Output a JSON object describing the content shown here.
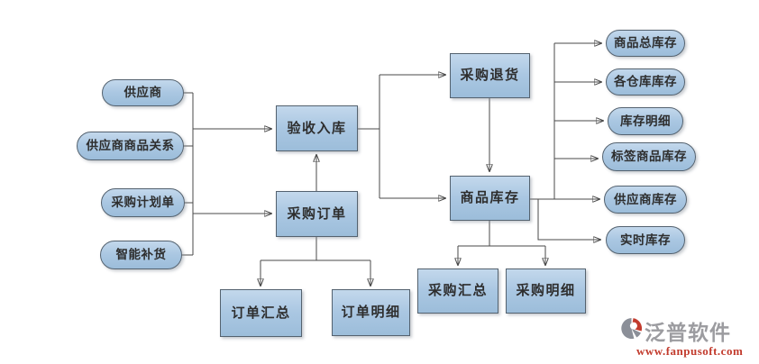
{
  "diagram": {
    "title": "purchase-inventory-flow",
    "sources": [
      {
        "label": "供应商"
      },
      {
        "label": "供应商商品关系"
      },
      {
        "label": "采购计划单"
      },
      {
        "label": "智能补货"
      }
    ],
    "processes": {
      "inbound": {
        "label": "验收入库"
      },
      "purchase_order": {
        "label": "采购订单"
      },
      "order_summary": {
        "label": "订单汇总"
      },
      "order_detail": {
        "label": "订单明细"
      },
      "purchase_return": {
        "label": "采购退货"
      },
      "goods_inventory": {
        "label": "商品库存"
      },
      "purchase_summary": {
        "label": "采购汇总"
      },
      "purchase_detail": {
        "label": "采购明细"
      }
    },
    "outputs": [
      {
        "label": "商品总库存"
      },
      {
        "label": "各仓库库存"
      },
      {
        "label": "库存明细"
      },
      {
        "label": "标签商品库存"
      },
      {
        "label": "供应商库存"
      },
      {
        "label": "实时库存"
      }
    ]
  },
  "watermark": {
    "brand": "泛普软件",
    "url": "www.fanpusoft.com"
  },
  "colors": {
    "node_fill_top": "#c3d8ec",
    "node_fill_bottom": "#9cbdda",
    "node_border": "#54626f",
    "connector": "#4a4a4a",
    "brand_gray": "#9c9ca0",
    "brand_red": "#c23b2d"
  }
}
